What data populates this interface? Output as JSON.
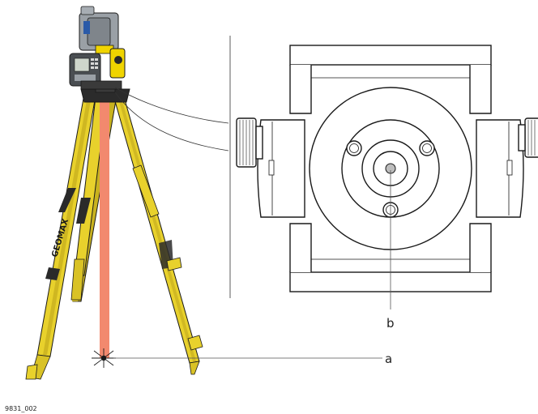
{
  "figure": {
    "id_text": "9831_002",
    "brand_text": "GEOMAX"
  },
  "callouts": {
    "a": "a",
    "b": "b"
  },
  "colors": {
    "tripod_yellow": "#e8d12c",
    "tripod_shadow": "#b9a21a",
    "laser_plummet": "#f2896e",
    "instrument_grey": "#8f949b",
    "instrument_yellow": "#f0d400",
    "outline": "#1a1a1a"
  }
}
